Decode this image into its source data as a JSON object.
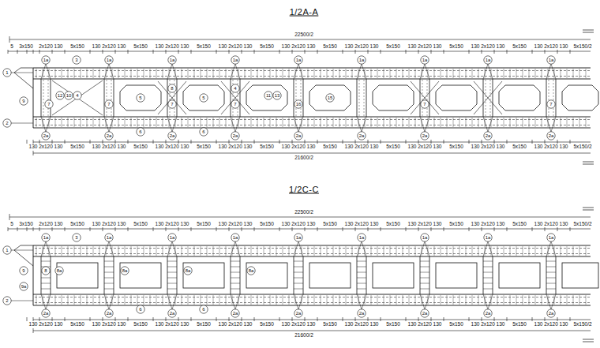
{
  "diagram": {
    "labels": [
      "1/2A-A",
      "22500/2",
      "5",
      "3x150",
      "2x120",
      "130",
      "5x150",
      "130",
      "2x120",
      "130",
      "5x150",
      "130",
      "2x120",
      "130",
      "5x150",
      "130",
      "2x120",
      "130",
      "5x150",
      "130",
      "2x120",
      "130",
      "5x150",
      "130",
      "2x120",
      "130",
      "5x150",
      "130",
      "2x120",
      "130",
      "5x150",
      "130",
      "2x120",
      "130",
      "5x150",
      "130",
      "2x120",
      "130",
      "5x150/2",
      "130",
      "2x120",
      "130",
      "5x150",
      "130",
      "2x120",
      "130",
      "5x150",
      "130",
      "2x120",
      "130",
      "5x150",
      "130",
      "2x120",
      "130",
      "5x150",
      "130",
      "2x120",
      "130",
      "5x150",
      "130",
      "2x120",
      "130",
      "5x150",
      "130",
      "2x120",
      "130",
      "5x150",
      "130",
      "2x120",
      "130",
      "5x150",
      "130",
      "2x120",
      "130",
      "5x150/2",
      "21600/2",
      "1",
      "2",
      "9",
      "1a",
      "1a",
      "1a",
      "1a",
      "1a",
      "1a",
      "1a",
      "1a",
      "1a",
      "2a",
      "2a",
      "2a",
      "2a",
      "2a",
      "2a",
      "2a",
      "2a",
      "2a",
      "3",
      "12",
      "10",
      "4",
      "7",
      "7",
      "5",
      "8",
      "7",
      "5",
      "6",
      "6",
      "4",
      "7",
      "11",
      "13",
      "16",
      "15",
      "7",
      "7",
      "1/2C-C",
      "22500/2",
      "5",
      "3x150",
      "2x120",
      "130",
      "5x150",
      "130",
      "2x120",
      "130",
      "5x150",
      "130",
      "2x120",
      "130",
      "5x150",
      "130",
      "2x120",
      "130",
      "5x150",
      "130",
      "2x120",
      "130",
      "5x150",
      "130",
      "2x120",
      "130",
      "5x150",
      "130",
      "2x120",
      "130",
      "5x150",
      "130",
      "2x120",
      "130",
      "5x150",
      "130",
      "2x120",
      "130",
      "5x150/2",
      "130",
      "2x120",
      "130",
      "5x150",
      "130",
      "2x120",
      "130",
      "5x150",
      "130",
      "2x120",
      "130",
      "5x150",
      "130",
      "2x120",
      "130",
      "5x150",
      "130",
      "2x120",
      "130",
      "5x150",
      "130",
      "2x120",
      "130",
      "5x150",
      "130",
      "2x120",
      "130",
      "5x150",
      "130",
      "2x120",
      "130",
      "5x150",
      "130",
      "2x120",
      "130",
      "5x150/2",
      "21600/2",
      "1",
      "2",
      "9",
      "9a",
      "1a",
      "1a",
      "1a",
      "1a",
      "1a",
      "1a",
      "1a",
      "1a",
      "1a",
      "2a",
      "2a",
      "2a",
      "2a",
      "2a",
      "2a",
      "2a",
      "2a",
      "2a",
      "3",
      "8",
      "8a",
      "8a",
      "8a",
      "8a",
      "6",
      "6"
    ]
  }
}
